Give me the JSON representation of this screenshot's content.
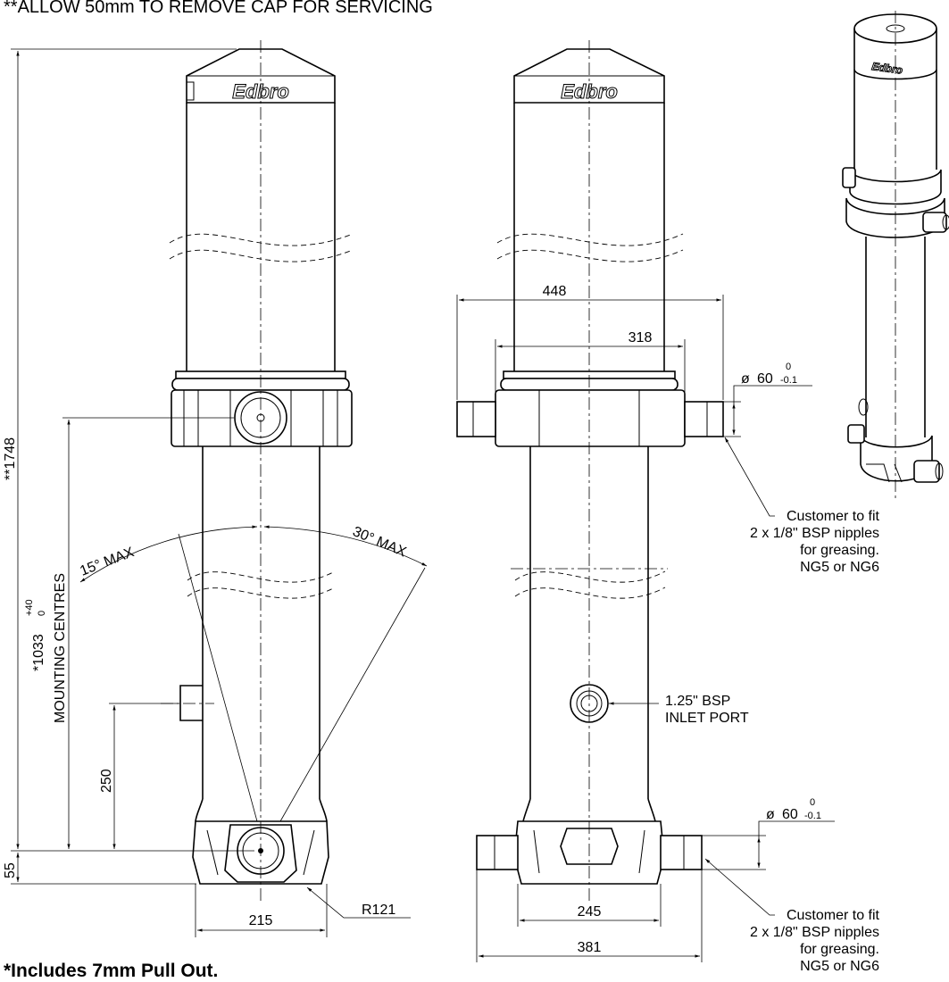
{
  "notes": {
    "top": "**ALLOW 50mm TO REMOVE CAP FOR SERVICING",
    "bottom": "*Includes 7mm Pull Out."
  },
  "brand": "Edbro",
  "side_view": {
    "overall_height": "**1748",
    "mounting_centres_label": "MOUNTING CENTRES",
    "mounting_centres_value": "*1033",
    "mounting_tol_upper": "+40",
    "mounting_tol_lower": "0",
    "bottom_offset": "55",
    "port_height": "250",
    "angle_left": "15° MAX",
    "angle_right": "30° MAX",
    "base_width": "215",
    "radius": "R121"
  },
  "front_view": {
    "top_width_outer": "448",
    "top_width_inner": "318",
    "trunnion_dia_top": "60",
    "trunnion_tol_top_upper": "0",
    "trunnion_tol_top_lower": "-0.1",
    "trunnion_dia_bottom": "60",
    "trunnion_tol_bottom_upper": "0",
    "trunnion_tol_bottom_lower": "-0.1",
    "base_width_inner": "245",
    "base_width_outer": "381",
    "inlet_line1": "1.25\" BSP",
    "inlet_line2": "INLET PORT"
  },
  "callout_top": {
    "line1": "Customer to fit",
    "line2": "2 x 1/8\" BSP nipples",
    "line3": "for greasing.",
    "line4": "NG5 or NG6"
  },
  "callout_bottom": {
    "line1": "Customer to fit",
    "line2": "2 x 1/8\" BSP nipples",
    "line3": "for greasing.",
    "line4": "NG5 or NG6"
  },
  "diameter_symbol": "ø"
}
